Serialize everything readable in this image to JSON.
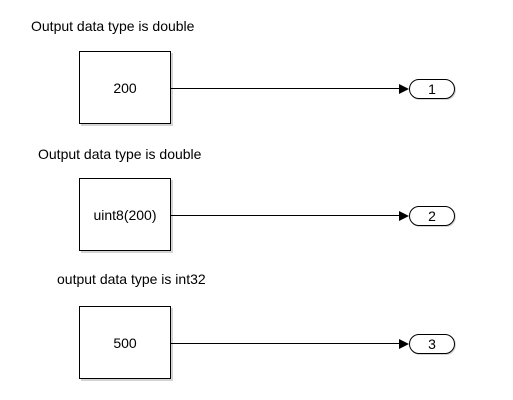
{
  "rows": [
    {
      "annotation": "Output data type is double",
      "block_label": "200",
      "port_number": "1"
    },
    {
      "annotation": "Output data type is double",
      "block_label": "uint8(200)",
      "port_number": "2"
    },
    {
      "annotation": "output data type is int32",
      "block_label": "500",
      "port_number": "3"
    }
  ]
}
